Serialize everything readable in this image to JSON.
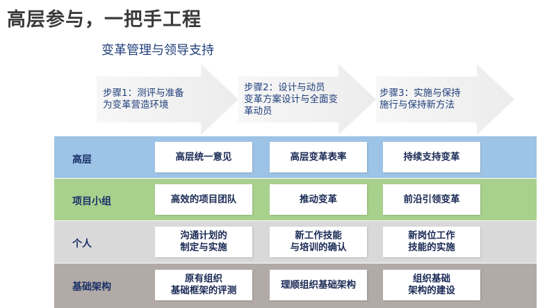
{
  "title": "高层参与，一把手工程",
  "subtitle": "变革管理与领导支持",
  "steps": [
    {
      "line1": "步骤1：测评与准备",
      "line2": "为变革营造环境",
      "line3": ""
    },
    {
      "line1": "步骤2：设计与动员",
      "line2": "变革方案设计与全面变",
      "line3": "革动员"
    },
    {
      "line1": "步骤3：实施与保持",
      "line2": "施行与保持新方法",
      "line3": ""
    }
  ],
  "rows": [
    {
      "label": "高层",
      "color": "#9dc3e6",
      "cells": [
        {
          "line1": "高层统一意见",
          "line2": ""
        },
        {
          "line1": "高层变革表率",
          "line2": ""
        },
        {
          "line1": "持续支持变革",
          "line2": ""
        }
      ]
    },
    {
      "label": "项目小组",
      "color": "#a9d18e",
      "cells": [
        {
          "line1": "高效的项目团队",
          "line2": ""
        },
        {
          "line1": "推动变革",
          "line2": ""
        },
        {
          "line1": "前沿引领变革",
          "line2": ""
        }
      ]
    },
    {
      "label": "个人",
      "color": "#d9d9d9",
      "cells": [
        {
          "line1": "沟通计划的",
          "line2": "制定与实施"
        },
        {
          "line1": "新工作技能",
          "line2": "与培训的确认"
        },
        {
          "line1": "新岗位工作",
          "line2": "技能的实施"
        }
      ]
    },
    {
      "label": "基础架构",
      "color": "#b1aaa6",
      "cells": [
        {
          "line1": "原有组织",
          "line2": "基础框架的评测"
        },
        {
          "line1": "理顺组织基础架构",
          "line2": ""
        },
        {
          "line1": "组织基础",
          "line2": "架构的建设"
        }
      ]
    }
  ]
}
